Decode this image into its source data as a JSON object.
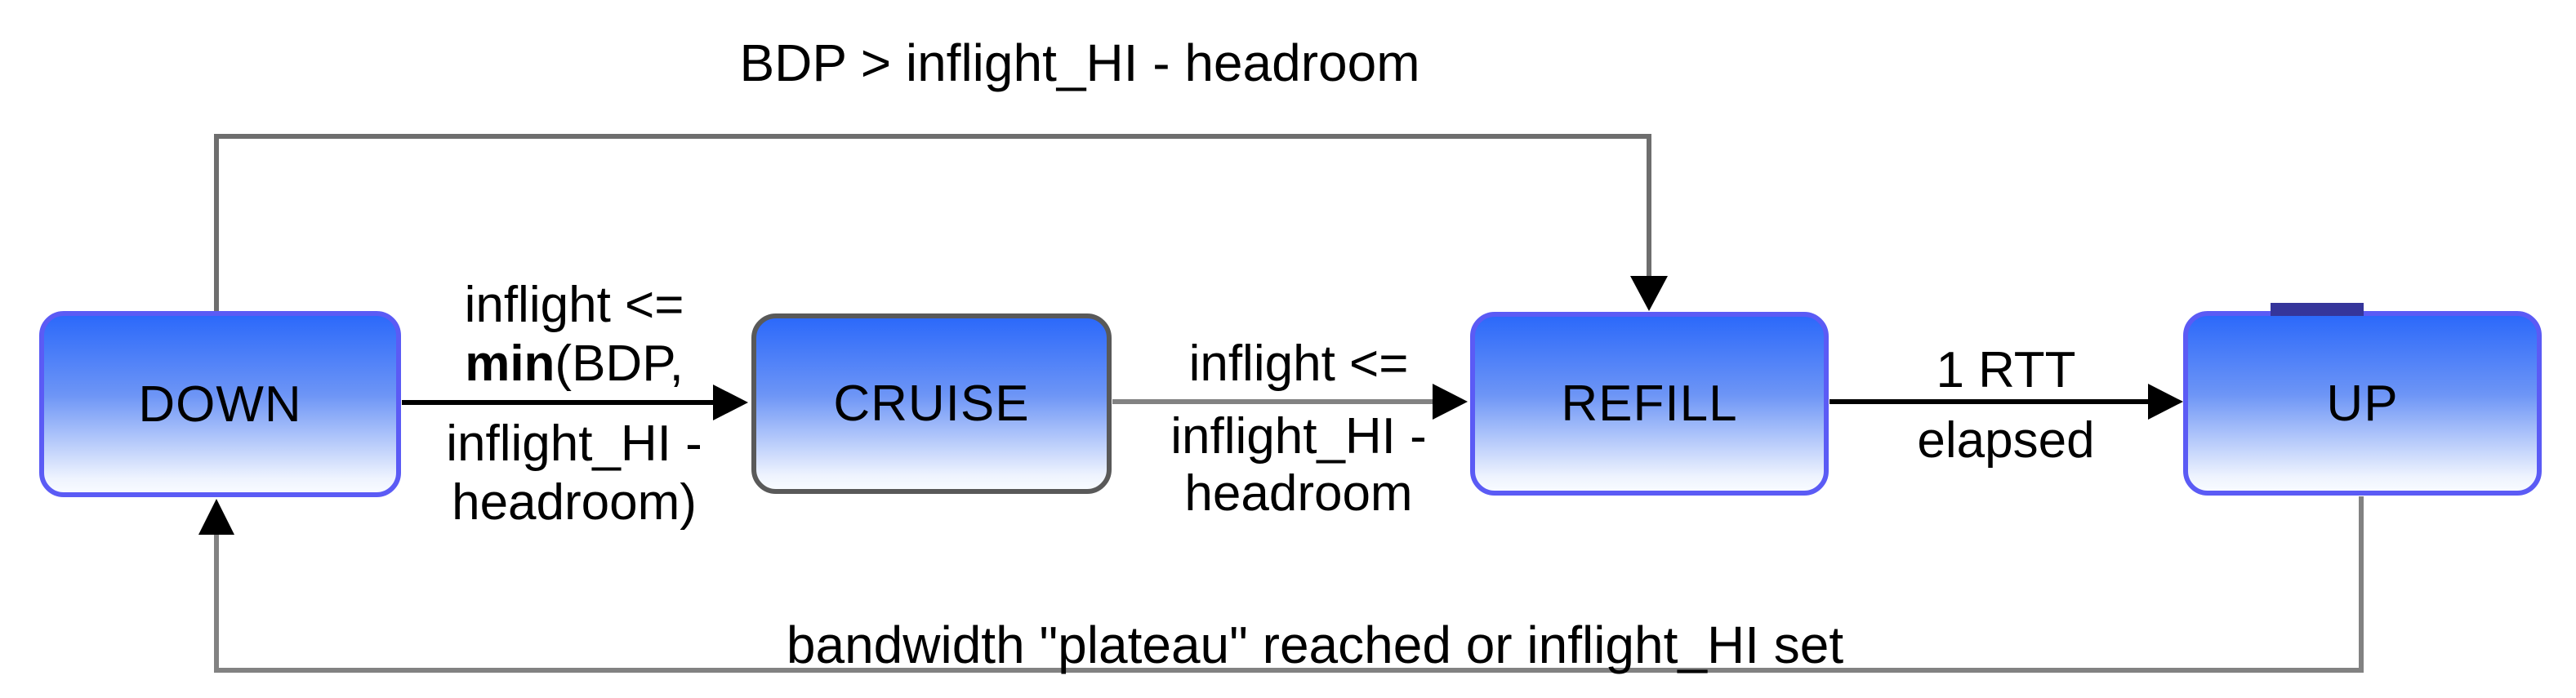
{
  "states": [
    {
      "label": "DOWN"
    },
    {
      "label": "CRUISE"
    },
    {
      "label": "REFILL"
    },
    {
      "label": "UP"
    }
  ],
  "transitions": {
    "down_to_refill_top": {
      "label": "BDP > inflight_HI - headroom"
    },
    "down_to_cruise": {
      "line1": "inflight <=",
      "line2_bold": "min",
      "line2_rest": "(BDP,",
      "line3": "inflight_HI -",
      "line4": "headroom)"
    },
    "cruise_to_refill": {
      "line1": "inflight <=",
      "line2": "inflight_HI -",
      "line3": "headroom"
    },
    "refill_to_up": {
      "line1": "1 RTT",
      "line2": "elapsed"
    },
    "up_to_down_bottom": {
      "label": "bandwidth \"plateau\" reached or inflight_HI set"
    }
  },
  "colors": {
    "state_fill_top": "#2c69fa",
    "state_fill_bottom": "#f8fbff",
    "state_border_blue": "#5b5bf5",
    "state_border_gray": "#595959",
    "arrow_black": "#000000",
    "arrow_gray_dark": "#6e6e6e",
    "arrow_gray_light": "#828282",
    "up_notch": "#35359b",
    "text": "#000000"
  }
}
